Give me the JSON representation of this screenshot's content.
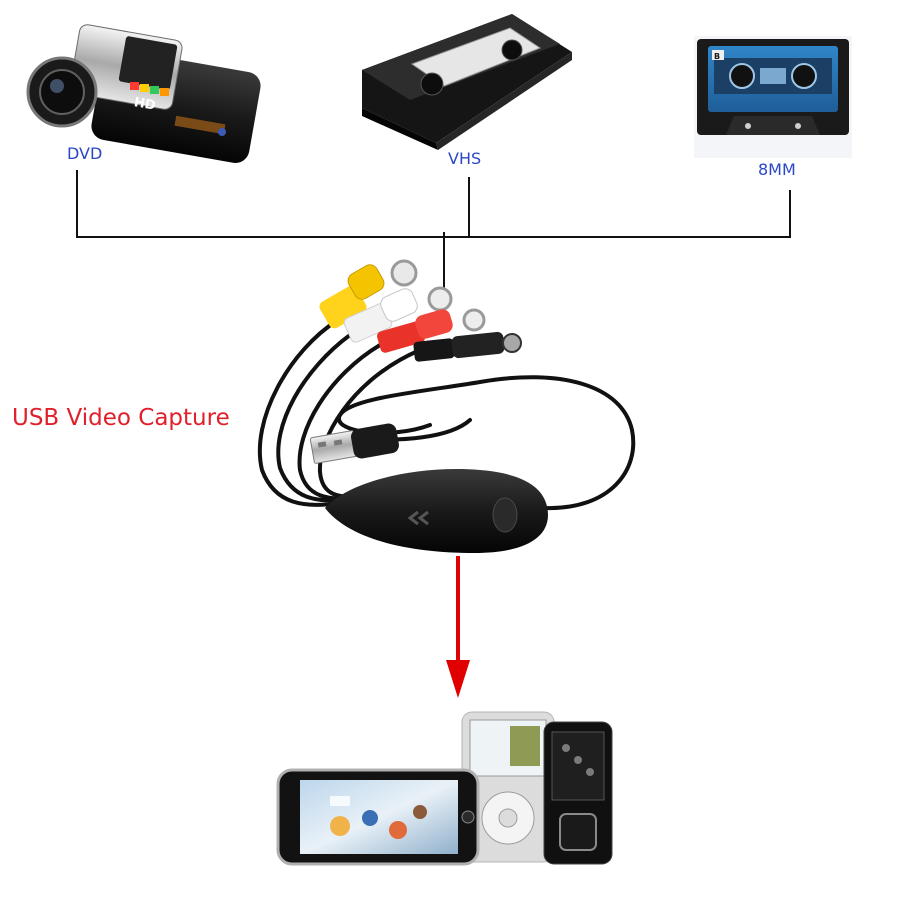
{
  "labels": {
    "dvd": "DVD",
    "vhs": "VHS",
    "8mm": "8MM",
    "capture": "USB Video Capture"
  },
  "devices": {
    "camcorder_badge": "HD",
    "cassette_side": "B"
  },
  "icons": {
    "camcorder": "camcorder-icon",
    "vhs_tape": "vhs-tape-icon",
    "cassette": "cassette-tape-icon",
    "capture_device": "usb-capture-device-icon",
    "usb_plug": "usb-plug-icon",
    "rca_yellow": "rca-plug-yellow-icon",
    "rca_white": "rca-plug-white-icon",
    "rca_red": "rca-plug-red-icon",
    "svideo": "svideo-plug-icon",
    "media_players": "media-players-icon",
    "arrow": "arrow-down-icon"
  },
  "colors": {
    "device_label": "#2b47c8",
    "capture_label": "#e0202a",
    "arrow": "#e00000",
    "connector_line": "#111111"
  }
}
